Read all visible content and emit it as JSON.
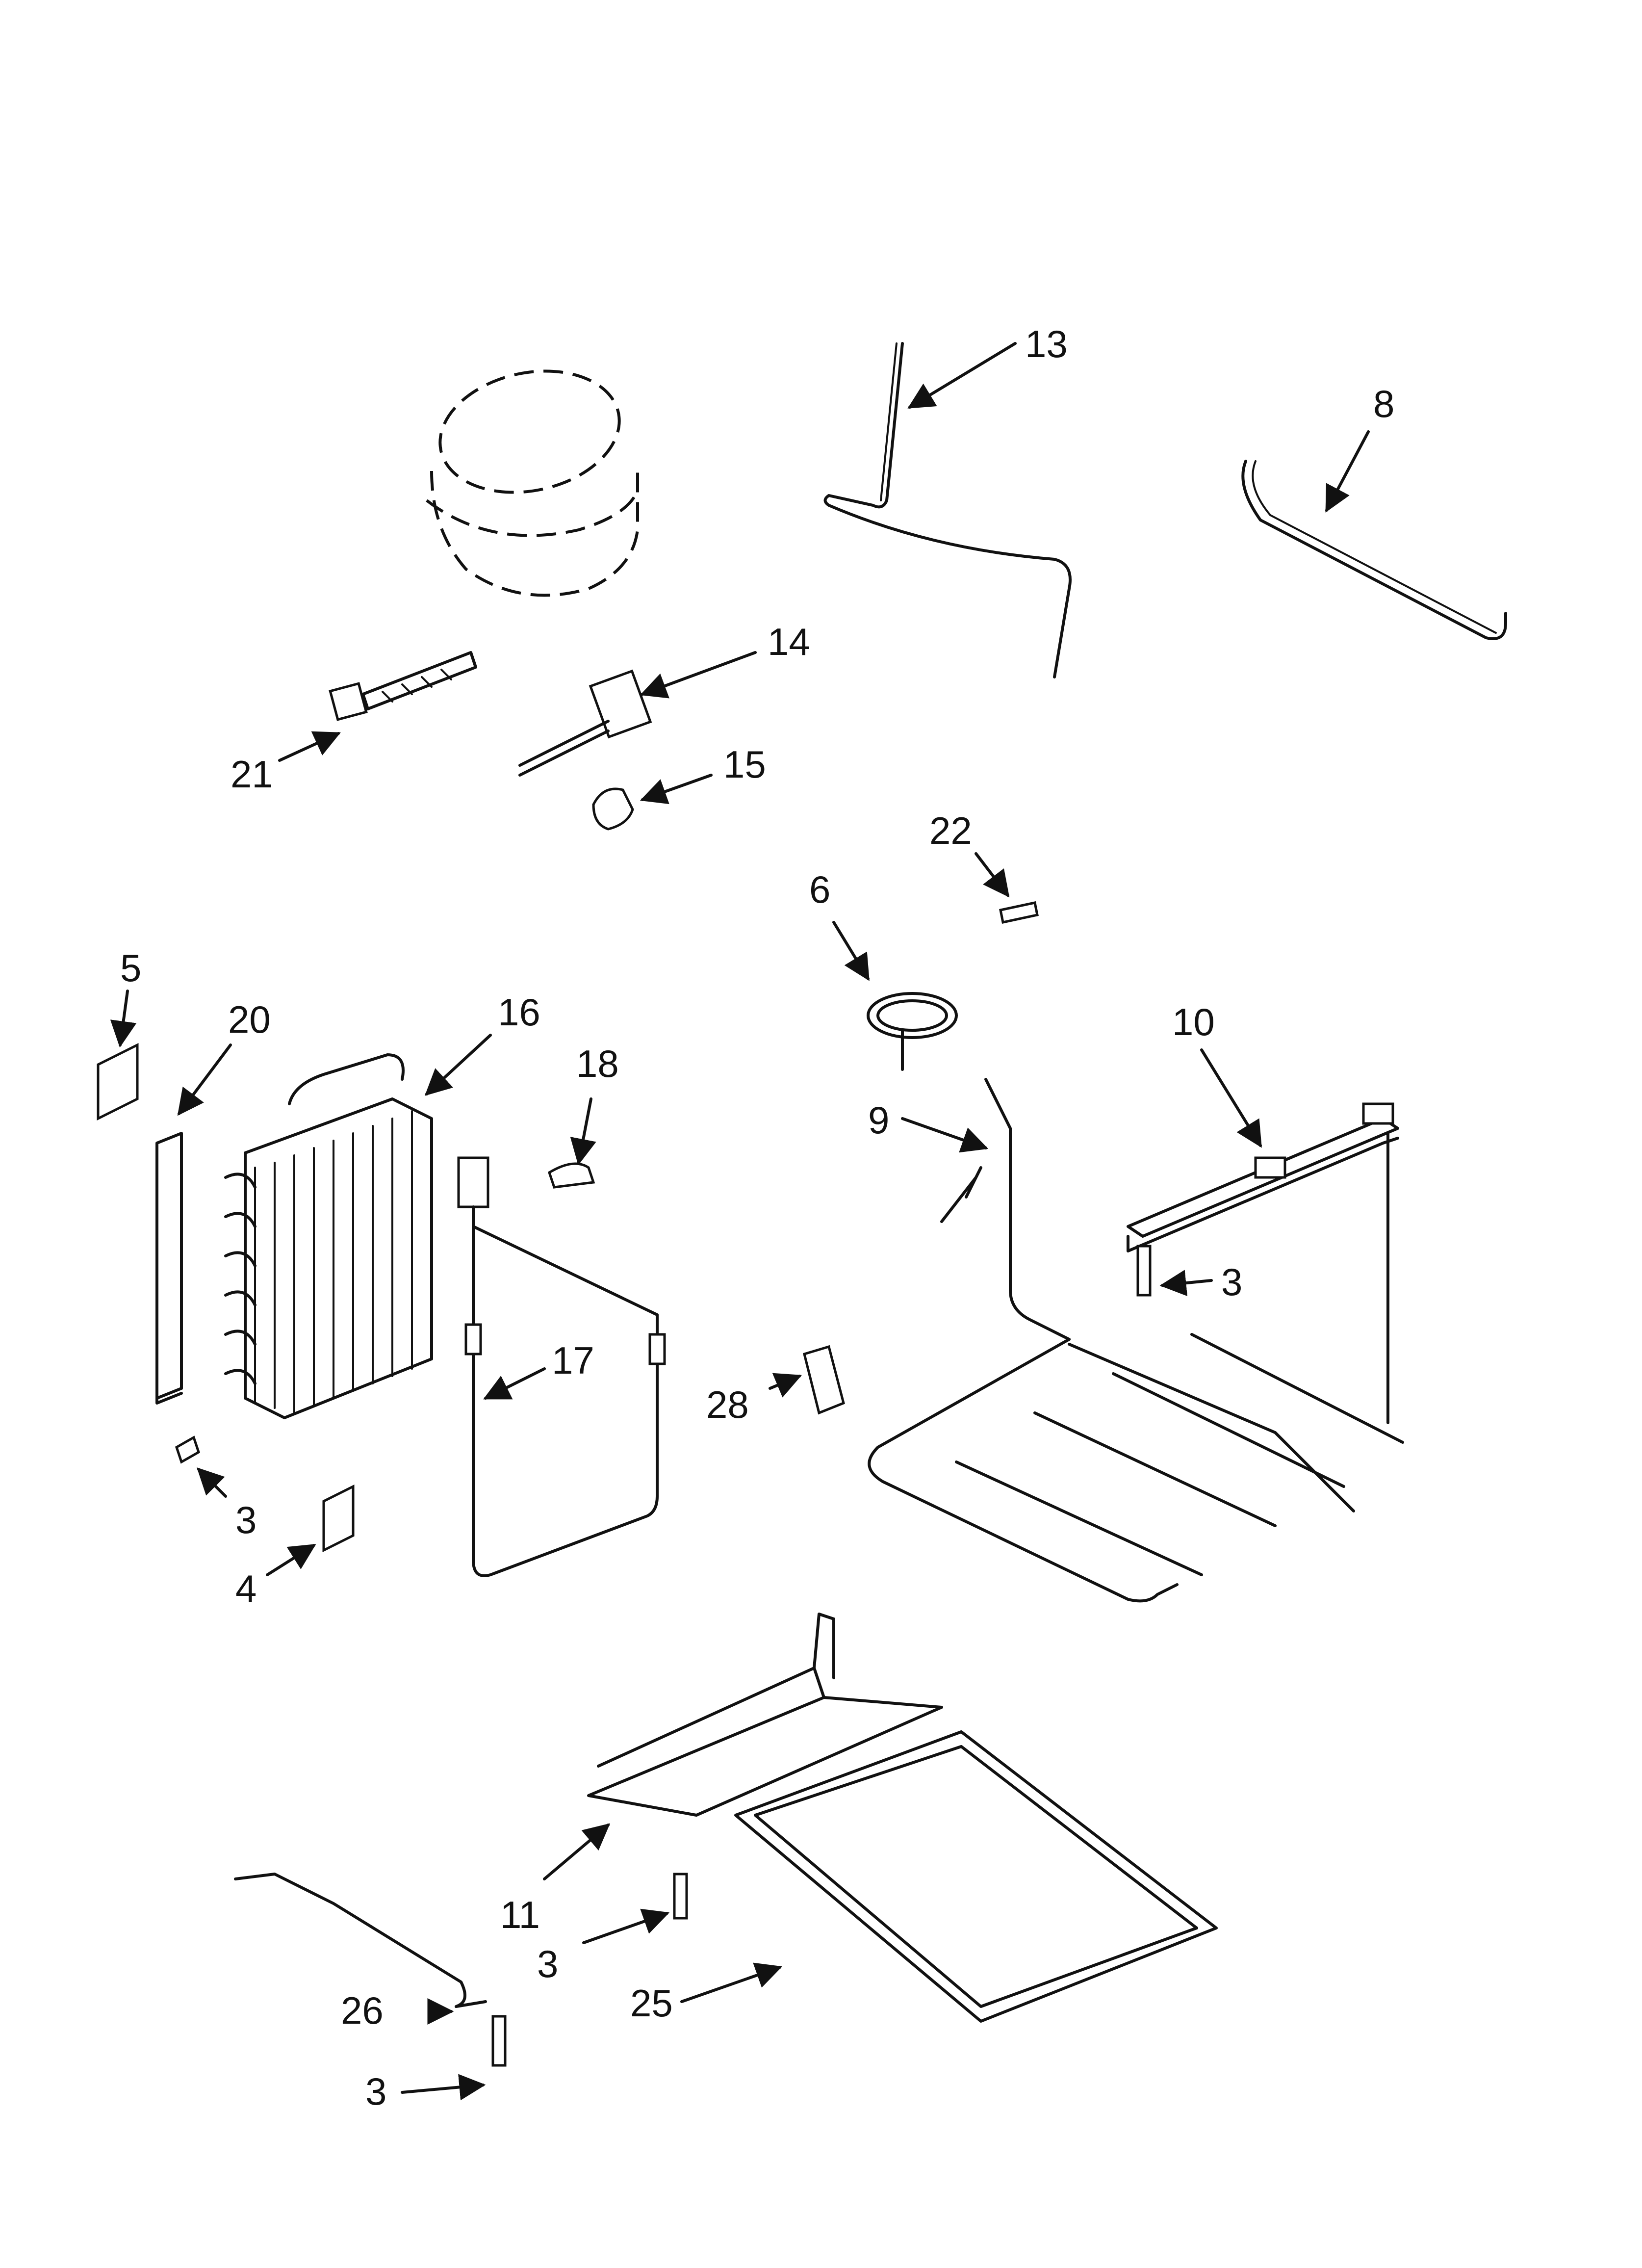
{
  "callouts": [
    {
      "id": "13",
      "text": "13"
    },
    {
      "id": "8",
      "text": "8"
    },
    {
      "id": "14",
      "text": "14"
    },
    {
      "id": "21",
      "text": "21"
    },
    {
      "id": "15",
      "text": "15"
    },
    {
      "id": "22",
      "text": "22"
    },
    {
      "id": "6",
      "text": "6"
    },
    {
      "id": "5",
      "text": "5"
    },
    {
      "id": "20",
      "text": "20"
    },
    {
      "id": "16",
      "text": "16"
    },
    {
      "id": "18",
      "text": "18"
    },
    {
      "id": "10",
      "text": "10"
    },
    {
      "id": "9",
      "text": "9"
    },
    {
      "id": "3a",
      "text": "3"
    },
    {
      "id": "17",
      "text": "17"
    },
    {
      "id": "28",
      "text": "28"
    },
    {
      "id": "3b",
      "text": "3"
    },
    {
      "id": "4",
      "text": "4"
    },
    {
      "id": "11",
      "text": "11"
    },
    {
      "id": "3c",
      "text": "3"
    },
    {
      "id": "26",
      "text": "26"
    },
    {
      "id": "25",
      "text": "25"
    },
    {
      "id": "3d",
      "text": "3"
    }
  ]
}
